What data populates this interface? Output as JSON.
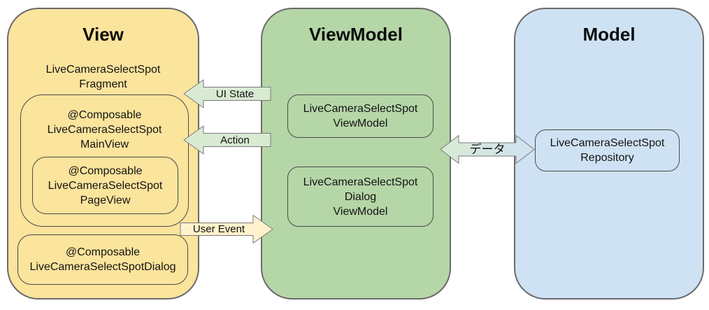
{
  "view": {
    "title": "View",
    "fragment": "LiveCameraSelectSpot\nFragment",
    "main_view": "@Composable\nLiveCameraSelectSpot\nMainView",
    "page_view": "@Composable\nLiveCameraSelectSpot\nPageView",
    "dialog": "@Composable\nLiveCameraSelectSpotDialog"
  },
  "viewmodel": {
    "title": "ViewModel",
    "vm": "LiveCameraSelectSpot\nViewModel",
    "dialog_vm": "LiveCameraSelectSpot\nDialog\nViewModel"
  },
  "model": {
    "title": "Model",
    "repository": "LiveCameraSelectSpot\nRepository"
  },
  "arrows": {
    "ui_state": "UI State",
    "action": "Action",
    "user_event": "User Event",
    "data": "データ"
  },
  "colors": {
    "view_fill": "#fbe49c",
    "viewmodel_fill": "#b5d6a7",
    "model_fill": "#cfe2f3",
    "arrow_green_fill": "#d9ead3",
    "arrow_yellow_fill": "#fff2cc",
    "arrow_data_gradient_start": "#d9ead3",
    "arrow_data_gradient_end": "#cfe2f3",
    "outer_border": "#6b6b6b",
    "inner_border": "#4a4a4a",
    "arrow_border": "#7a7a7a"
  }
}
